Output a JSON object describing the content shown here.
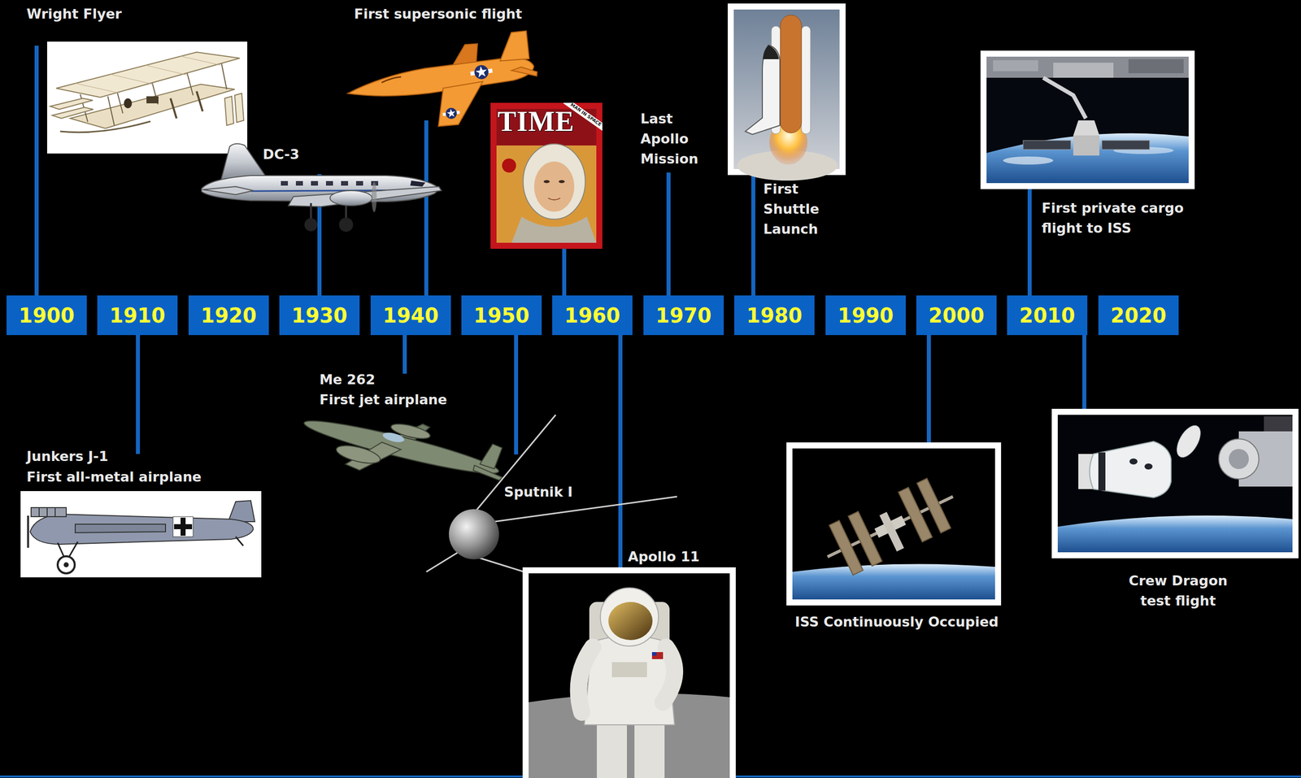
{
  "diagram": {
    "nodes": [
      {
        "text": [
          "1900"
        ]
      },
      {
        "text": [
          "1910"
        ]
      },
      {
        "text": [
          "1920"
        ]
      },
      {
        "text": [
          "1930"
        ]
      },
      {
        "text": [
          "1940"
        ]
      },
      {
        "text": [
          "1950"
        ]
      },
      {
        "text": [
          "1960"
        ]
      },
      {
        "text": [
          "1970"
        ]
      },
      {
        "text": [
          "1980"
        ]
      },
      {
        "text": [
          "1990"
        ]
      },
      {
        "text": [
          "2000"
        ]
      },
      {
        "text": [
          "2010"
        ]
      },
      {
        "text": [
          "2020"
        ]
      }
    ],
    "labels": [
      "Wright Flyer",
      "First supersonic flight",
      "DC-3",
      "TIME",
      "MAN IN SPACE",
      "Last Apollo Mission",
      "First Shuttle Launch",
      "First private cargo flight to ISS",
      "Me 262",
      "First jet airplane",
      "Junkers J-1",
      "First all-metal airplane",
      "Sputnik I",
      "Apollo 11",
      "ISS Continuously Occupied",
      "Crew Dragon test flight"
    ]
  }
}
